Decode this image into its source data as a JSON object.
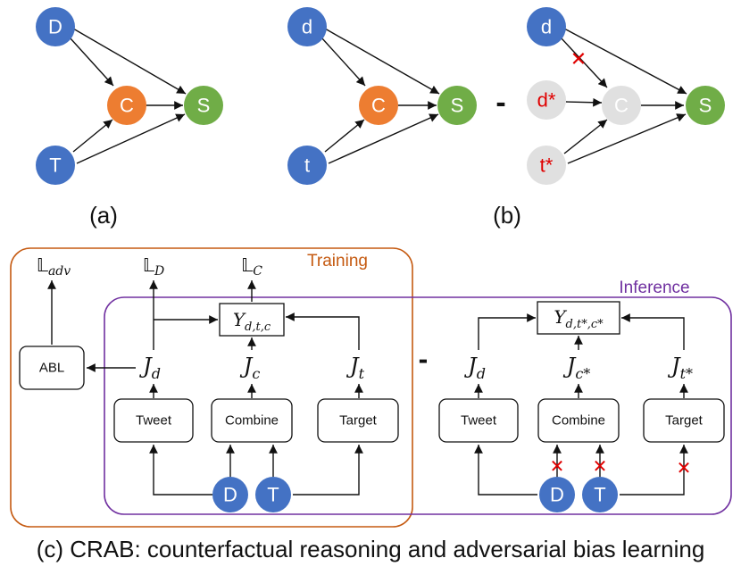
{
  "colors": {
    "blue": "#4472c4",
    "orange": "#ed7d31",
    "green": "#70ad47",
    "gray": "#e0e0e0",
    "red": "#e00000",
    "training": "#c55a11",
    "inference": "#7030a0"
  },
  "panel_a": {
    "caption": "(a)",
    "nodes": {
      "d": "D",
      "t": "T",
      "c": "C",
      "s": "S"
    }
  },
  "panel_b": {
    "caption": "(b)",
    "minus": "-",
    "left_nodes": {
      "d": "d",
      "t": "t",
      "c": "C",
      "s": "S"
    },
    "right_nodes": {
      "d": "d",
      "dstar": "d*",
      "tstar": "t*",
      "c": "C",
      "s": "S"
    },
    "cut_mark": "✕"
  },
  "panel_c": {
    "caption": "(c) CRAB: counterfactual reasoning and adversarial bias learning",
    "training_label": "Training",
    "inference_label": "Inference",
    "minus": "-",
    "abl_label": "ABL",
    "loss_adv": {
      "sym": "𝕃",
      "sub": "adv"
    },
    "loss_d": {
      "sym": "𝕃",
      "sub": "D"
    },
    "loss_c": {
      "sym": "𝕃",
      "sub": "C"
    },
    "left": {
      "output": {
        "base": "Y",
        "sub": "d,t,c"
      },
      "features": {
        "jd": {
          "base": "J",
          "sub": "d"
        },
        "jc": {
          "base": "J",
          "sub": "c"
        },
        "jt": {
          "base": "J",
          "sub": "t"
        }
      },
      "modules": {
        "tweet": "Tweet",
        "combine": "Combine",
        "target": "Target"
      },
      "inputs": {
        "d": "D",
        "t": "T"
      }
    },
    "right": {
      "output": {
        "base": "Y",
        "sub": "d,t*,c*"
      },
      "features": {
        "jd": {
          "base": "J",
          "sub": "d"
        },
        "jc": {
          "base": "J",
          "sub": "c*"
        },
        "jt": {
          "base": "J",
          "sub": "t*"
        }
      },
      "modules": {
        "tweet": "Tweet",
        "combine": "Combine",
        "target": "Target"
      },
      "inputs": {
        "d": "D",
        "t": "T"
      },
      "cut_mark": "✕"
    }
  }
}
